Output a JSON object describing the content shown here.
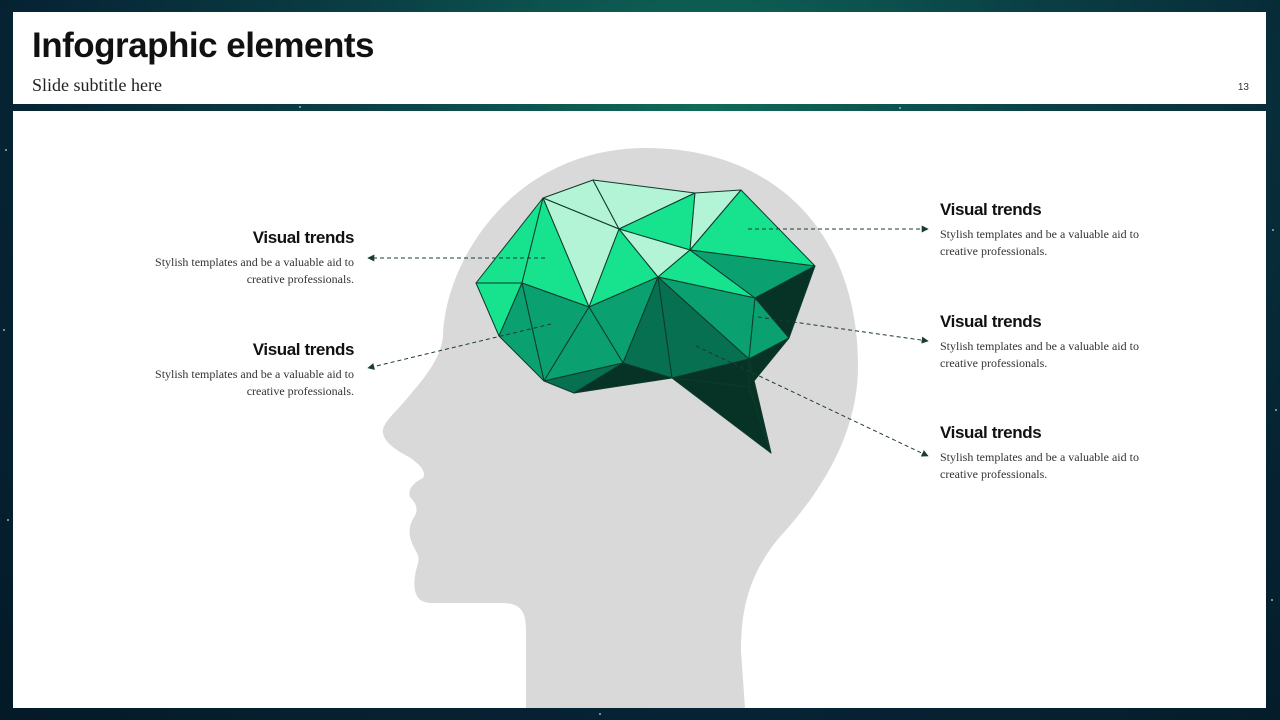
{
  "slide": {
    "title": "Infographic elements",
    "subtitle": "Slide subtitle here",
    "page_number": "13"
  },
  "callouts": [
    {
      "title": "Visual trends",
      "text": "Stylish templates and be a valuable aid to creative professionals."
    },
    {
      "title": "Visual trends",
      "text": "Stylish templates and be a valuable aid to creative professionals."
    },
    {
      "title": "Visual trends",
      "text": "Stylish templates and be a valuable aid to creative professionals."
    },
    {
      "title": "Visual trends",
      "text": "Stylish templates and be a valuable aid to creative professionals."
    },
    {
      "title": "Visual trends",
      "text": "Stylish templates and be a valuable aid to creative professionals."
    }
  ],
  "colors": {
    "head": "#d9d9d9",
    "brain_light": "#b2f4d5",
    "brain_bright": "#17e28e",
    "brain_mid": "#0aa06f",
    "brain_dark": "#077050",
    "brain_darkest": "#073326",
    "arrow": "#1b3b33"
  }
}
